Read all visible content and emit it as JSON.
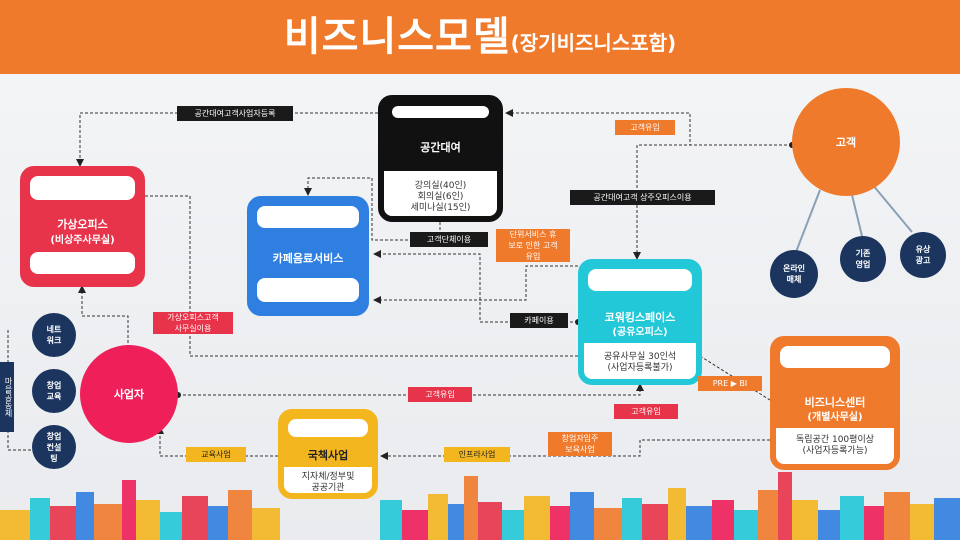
{
  "title": {
    "main": "비즈니스모델",
    "sub": "(장기비즈니스포함)"
  },
  "colors": {
    "header": "#f07a2b",
    "red": "#e8344a",
    "blue": "#2f7fe0",
    "cyan": "#22c8d8",
    "orange": "#f07a2b",
    "yellow": "#f3b61f",
    "navy": "#1b355f",
    "black": "#111111",
    "pink": "#ef1f5a"
  },
  "boxes": {
    "space_rental": {
      "title": "공간대여",
      "lines": [
        "강의실(40인)",
        "회의실(6인)",
        "세미나실(15인)"
      ]
    },
    "virtual_office": {
      "title_1": "가상오피스",
      "title_2": "(비상주사무실)"
    },
    "cafe": {
      "title": "카페음료서비스"
    },
    "coworking": {
      "title_1": "코워킹스페이스",
      "title_2": "(공유오피스)",
      "lines": [
        "공유사무실 30인석",
        "(사업자등록불가)"
      ]
    },
    "business_center": {
      "title_1": "비즈니스센터",
      "title_2": "(개별사무실)",
      "lines": [
        "독립공간 100평이상",
        "(사업자등록가능)"
      ]
    },
    "national_project": {
      "title": "국책사업",
      "lines": [
        "지자체/정부및",
        "공공기관"
      ]
    }
  },
  "circles": {
    "customer": "고객",
    "operator": "사업자",
    "online": [
      "온라인",
      "매체"
    ],
    "existing_sales": [
      "기존",
      "영업"
    ],
    "paid_ads": [
      "유상",
      "광고"
    ],
    "network": [
      "네트",
      "워크"
    ],
    "startup_edu": [
      "창업",
      "교육"
    ],
    "startup_consult": [
      "창업",
      "컨설",
      "팅"
    ]
  },
  "left_strip": "마을공동체",
  "tags": {
    "t1": "공간대여고객사업자등록",
    "t2": "고객유입",
    "t3": "공간대여고객  상주오피스이용",
    "t4": "고객단체이용",
    "t5": [
      "단위서비스 휴",
      "보로 인한 고객",
      "유입"
    ],
    "t6": [
      "가상오피스고객",
      "사무실이용"
    ],
    "t7": "카페이용",
    "t8": "PRE ▶ BI",
    "t9": "고객유입",
    "t10": "고객유입",
    "t11": "교육사업",
    "t12": "인프라사업",
    "t13": [
      "창업자입주",
      "보육사업"
    ]
  }
}
